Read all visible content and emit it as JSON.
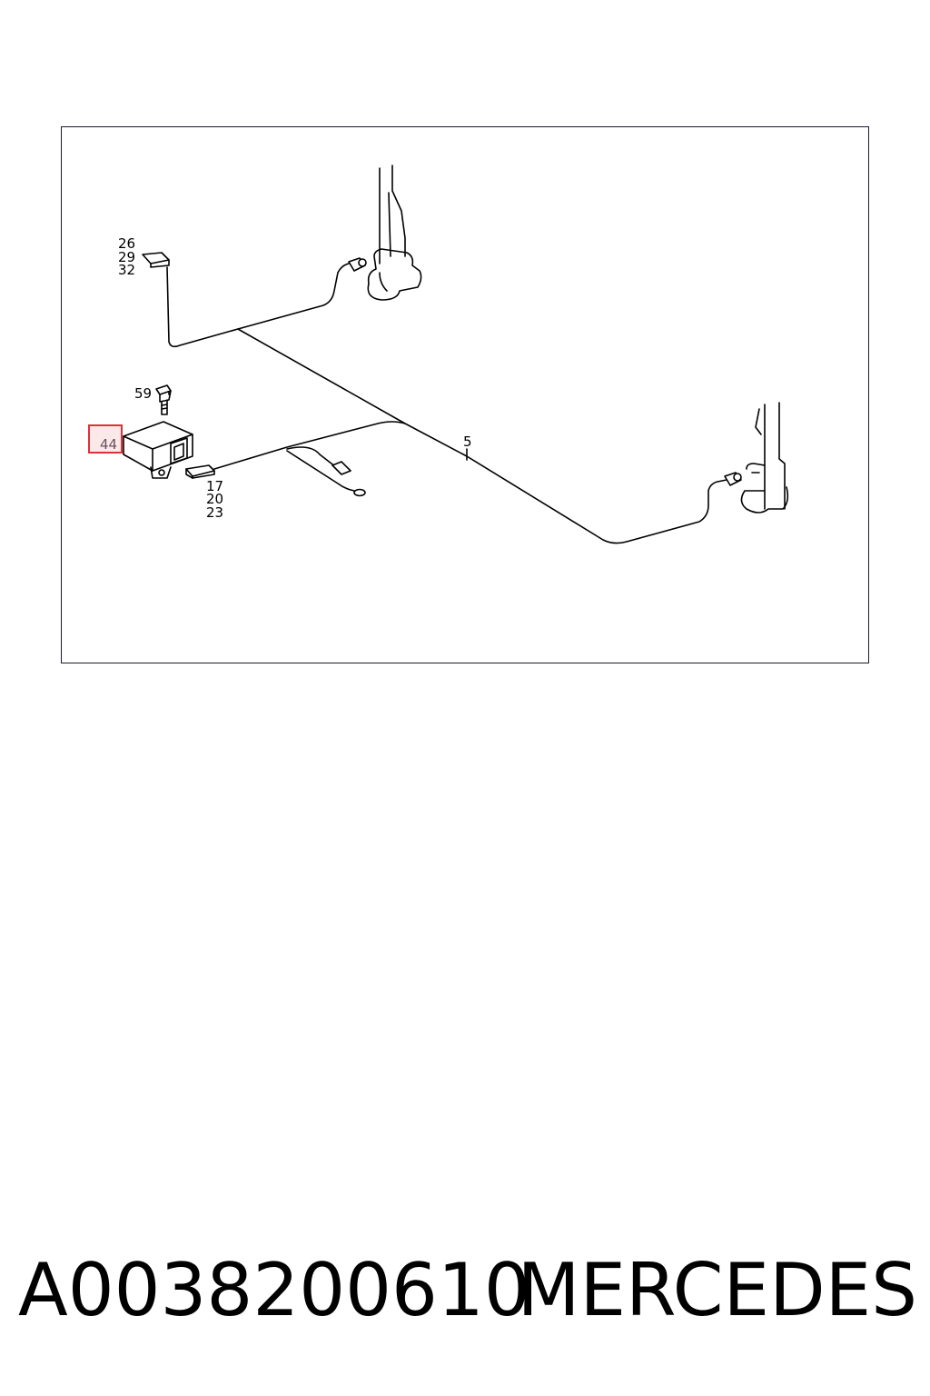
{
  "diagram": {
    "callouts": {
      "c1": [
        "26",
        "29",
        "32"
      ],
      "c2": "59",
      "c3": "44",
      "c4": "5",
      "c5": [
        "17",
        "20",
        "23"
      ]
    },
    "highlight_color": "#e0303a"
  },
  "footer": {
    "part_number": "A0038200610",
    "brand": "MERCEDES"
  }
}
